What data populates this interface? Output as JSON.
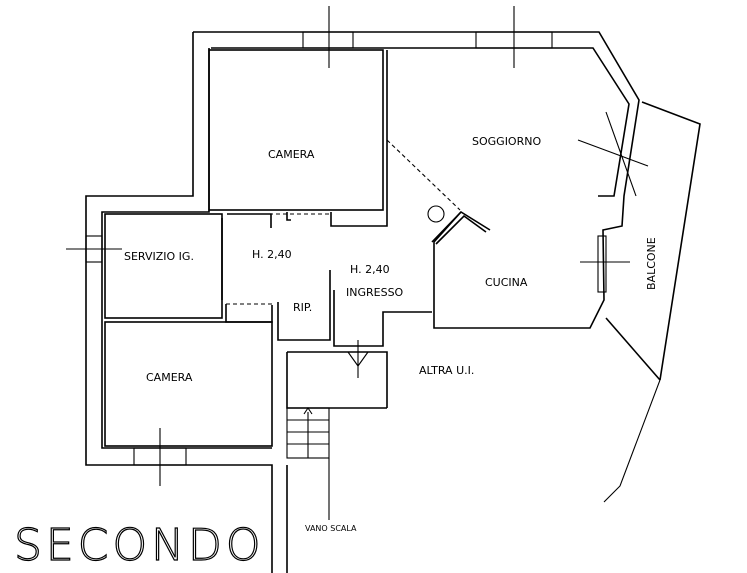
{
  "floor_label": "SECONDO",
  "rooms": {
    "camera_top": "CAMERA",
    "soggiorno": "SOGGIORNO",
    "servizio": "SERVIZIO IG.",
    "corridor_height": "H. 2,40",
    "ingresso_height": "H. 2,40",
    "ingresso": "INGRESSO",
    "cucina": "CUCINA",
    "ripostiglio": "RIP.",
    "balcone": "BALCONE",
    "camera_bottom": "CAMERA",
    "altra_ui": "ALTRA U.I.",
    "vano_scala": "VANO SCALA"
  }
}
